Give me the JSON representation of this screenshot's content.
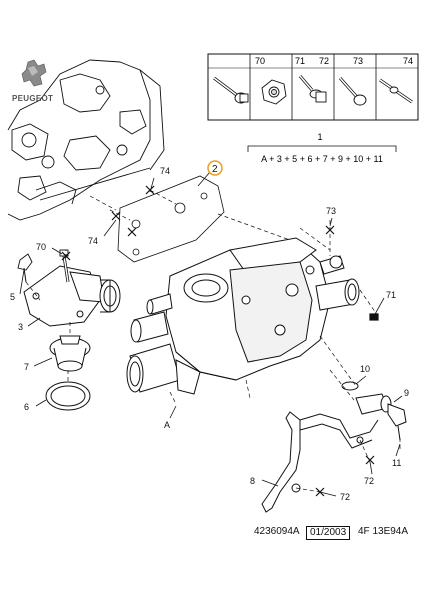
{
  "brand": {
    "name": "PEUGEOT"
  },
  "legend": {
    "columns": [
      "70",
      "71",
      "72",
      "73",
      "74"
    ],
    "set_number": "1",
    "set_formula": "A + 3 + 5 + 6 + 7 + 9 + 10 + 11"
  },
  "callouts": {
    "c1": "1",
    "c2": "2",
    "c3": "3",
    "c5": "5",
    "c6": "6",
    "c7": "7",
    "c8": "8",
    "c9": "9",
    "c10": "10",
    "c11": "11",
    "c70": "70",
    "c71": "71",
    "c72a": "72",
    "c72b": "72",
    "c73": "73",
    "c74a": "74",
    "c74b": "74",
    "cA": "A"
  },
  "footer": {
    "ref": "4236094A",
    "date": "01/2003",
    "code": "4F 13E94A"
  }
}
